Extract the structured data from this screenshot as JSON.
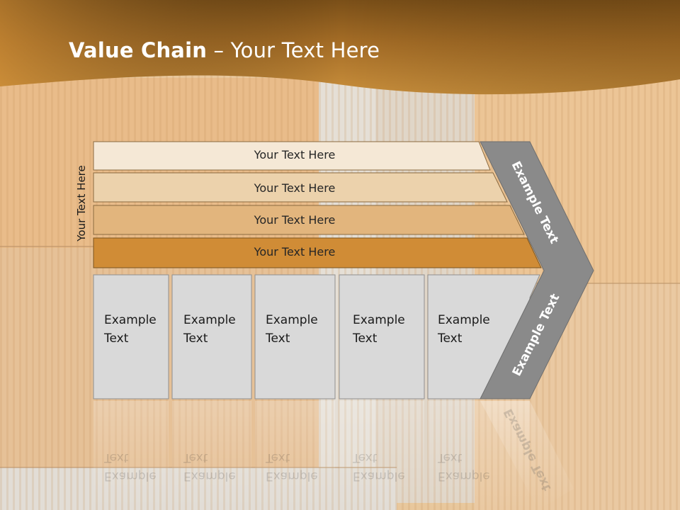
{
  "slide": {
    "title_bold": "Value Chain",
    "title_rest": " – Your Text Here",
    "side_label": "Your Text Here"
  },
  "bars": [
    {
      "label": "Your Text Here",
      "color": "#f5e8d6"
    },
    {
      "label": "Your Text Here",
      "color": "#ecd2ac"
    },
    {
      "label": "Your Text Here",
      "color": "#e2b57d"
    },
    {
      "label": "Your Text Here",
      "color": "#d08c36"
    }
  ],
  "cells": [
    {
      "line1": "Example",
      "line2": "Text"
    },
    {
      "line1": "Example",
      "line2": "Text"
    },
    {
      "line1": "Example",
      "line2": "Text"
    },
    {
      "line1": "Example",
      "line2": "Text"
    },
    {
      "line1": "Example",
      "line2": "Text"
    }
  ],
  "chevron": {
    "upper_label": "Example Text",
    "lower_label": "Example Text",
    "color": "#8a8a8a"
  },
  "colors": {
    "header": "#b77a2a",
    "cell_fill": "#d9d9d9"
  }
}
